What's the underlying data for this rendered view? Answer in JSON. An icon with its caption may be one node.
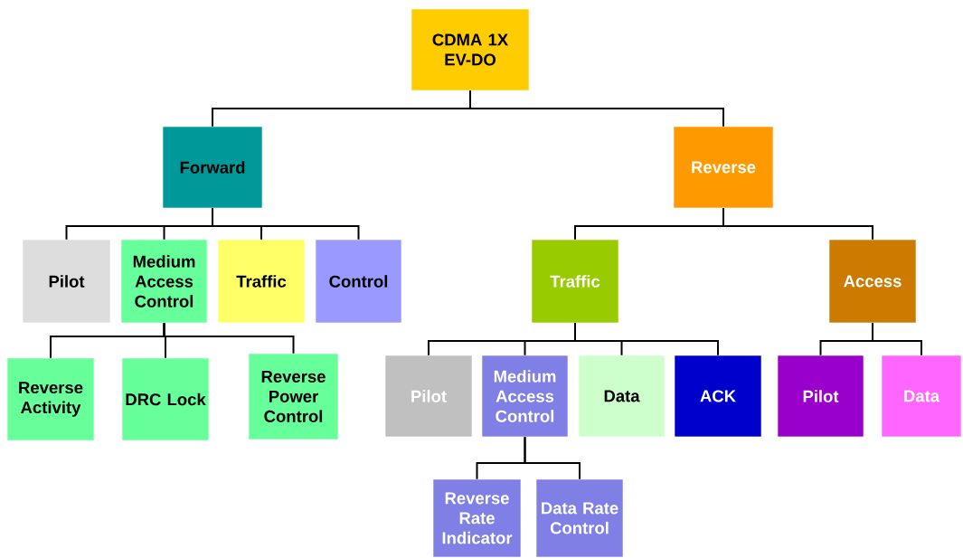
{
  "diagram": {
    "nodes": [
      {
        "text": [
          "CDMA 1X EV-DO"
        ]
      },
      {
        "text": [
          "Forward"
        ]
      },
      {
        "text": [
          "Reverse"
        ]
      },
      {
        "text": [
          "Pilot"
        ]
      },
      {
        "text": [
          "Medium Access Control"
        ]
      },
      {
        "text": [
          "Traffic"
        ]
      },
      {
        "text": [
          "Control"
        ]
      },
      {
        "text": [
          "Reverse Activity"
        ]
      },
      {
        "text": [
          "DRC Lock"
        ]
      },
      {
        "text": [
          "Reverse Power Control"
        ]
      },
      {
        "text": [
          "Traffic"
        ]
      },
      {
        "text": [
          "Access"
        ]
      },
      {
        "text": [
          "Pilot"
        ]
      },
      {
        "text": [
          "Medium Access Control"
        ]
      },
      {
        "text": [
          "Data"
        ]
      },
      {
        "text": [
          "ACK"
        ]
      },
      {
        "text": [
          "Pilot"
        ]
      },
      {
        "text": [
          "Data"
        ]
      },
      {
        "text": [
          "Reverse Rate Indicator"
        ]
      },
      {
        "text": [
          "Data Rate Control"
        ]
      }
    ],
    "edges": [
      {
        "from": 0,
        "to": 1,
        "arrow": "none"
      },
      {
        "from": 0,
        "to": 2,
        "arrow": "none"
      },
      {
        "from": 1,
        "to": 3,
        "arrow": "none"
      },
      {
        "from": 1,
        "to": 4,
        "arrow": "none"
      },
      {
        "from": 1,
        "to": 5,
        "arrow": "none"
      },
      {
        "from": 1,
        "to": 6,
        "arrow": "none"
      },
      {
        "from": 4,
        "to": 7,
        "arrow": "none"
      },
      {
        "from": 4,
        "to": 8,
        "arrow": "none"
      },
      {
        "from": 4,
        "to": 9,
        "arrow": "none"
      },
      {
        "from": 2,
        "to": 10,
        "arrow": "none"
      },
      {
        "from": 2,
        "to": 11,
        "arrow": "none"
      },
      {
        "from": 10,
        "to": 12,
        "arrow": "none"
      },
      {
        "from": 10,
        "to": 13,
        "arrow": "none"
      },
      {
        "from": 10,
        "to": 14,
        "arrow": "none"
      },
      {
        "from": 10,
        "to": 15,
        "arrow": "none"
      },
      {
        "from": 11,
        "to": 16,
        "arrow": "none"
      },
      {
        "from": 11,
        "to": 17,
        "arrow": "none"
      },
      {
        "from": 13,
        "to": 18,
        "arrow": "none"
      },
      {
        "from": 13,
        "to": 19,
        "arrow": "none"
      }
    ]
  }
}
